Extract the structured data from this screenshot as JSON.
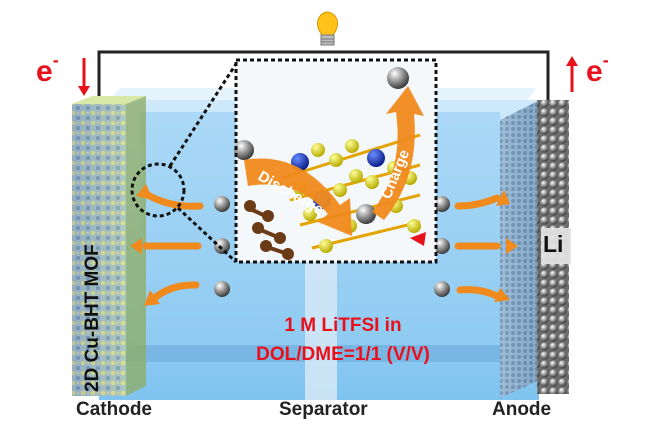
{
  "electron_left": "e",
  "electron_right": "e",
  "electron_charge": "-",
  "cathode_material": "2D Cu-BHT MOF",
  "anode_material": "Li",
  "electrolyte_line1": "1 M LiTFSI in",
  "electrolyte_line2": "DOL/DME=1/1 (V/V)",
  "label_cathode": "Cathode",
  "label_separator": "Separator",
  "label_anode": "Anode",
  "inset_discharge": "Discharge",
  "inset_charge": "Charge",
  "colors": {
    "electrolyte": "#9fd4f5",
    "cell_frame": "#b9c6d0",
    "arrow_orange": "#f08a1c",
    "text_red": "#e8111b",
    "bulb": "#ffc21a"
  }
}
